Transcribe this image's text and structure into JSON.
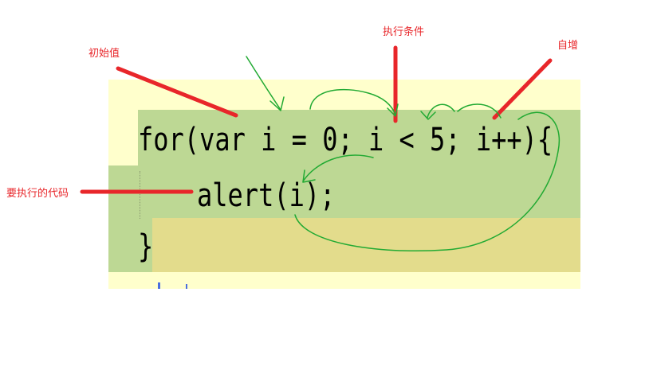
{
  "code": {
    "line1": "for(var i = 0; i < 5; i++){",
    "line2": "alert(i);",
    "line3": "}"
  },
  "labels": {
    "init": "初始值",
    "condition": "执行条件",
    "increment": "自增",
    "body": "要执行的代码"
  },
  "colors": {
    "arrow_red": "#e8262a",
    "flow_green": "#22aa33",
    "highlight_green": "#bdd894",
    "highlight_tan": "#e3dc8c",
    "panel_yellow": "#ffffcc"
  }
}
